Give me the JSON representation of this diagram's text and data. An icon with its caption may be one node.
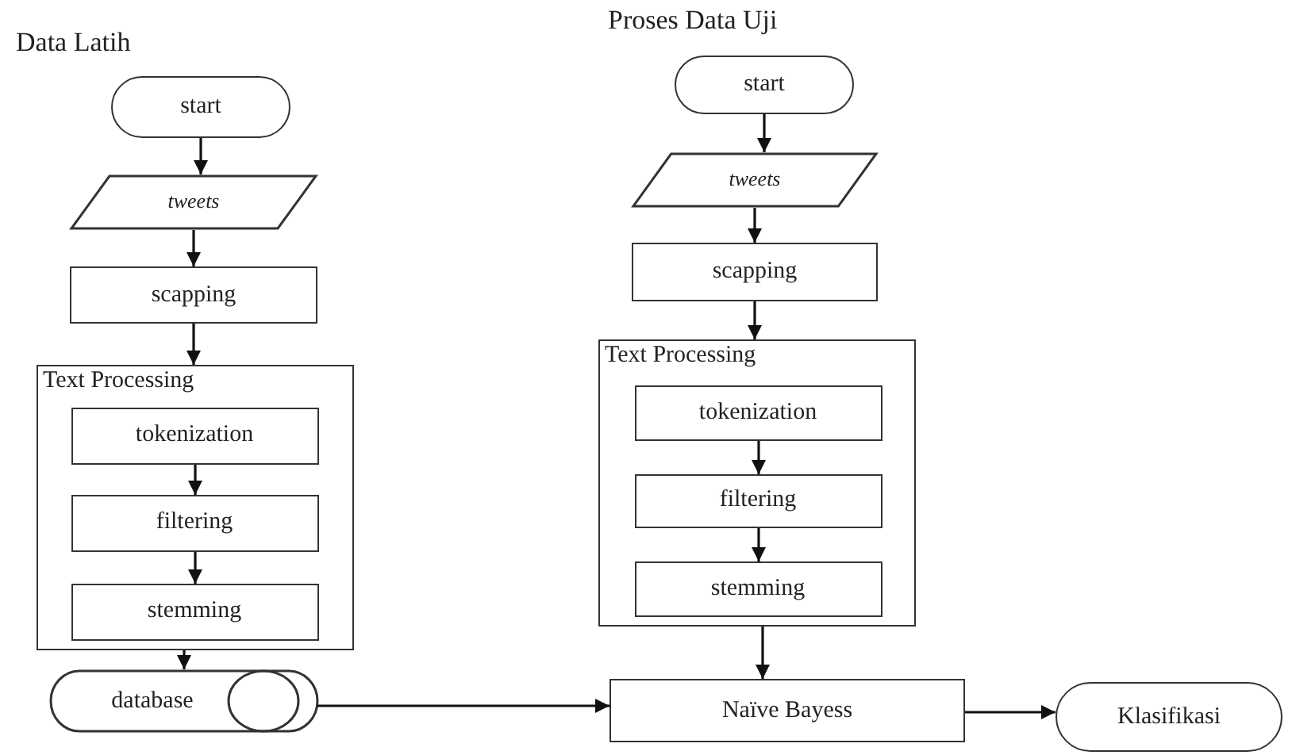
{
  "diagram": {
    "nodes": [
      {
        "text": [
          "start"
        ]
      },
      {
        "text": [
          "tweets"
        ]
      },
      {
        "text": [
          "scapping"
        ]
      },
      {
        "text": [
          "Text Processing"
        ]
      },
      {
        "text": [
          "tokenization"
        ],
        "in": 3
      },
      {
        "text": [
          "filtering"
        ],
        "in": 3
      },
      {
        "text": [
          "stemming"
        ],
        "in": 3
      },
      {
        "text": [
          "database"
        ]
      },
      {
        "text": [
          "start"
        ]
      },
      {
        "text": [
          "tweets"
        ]
      },
      {
        "text": [
          "scapping"
        ]
      },
      {
        "text": [
          "Text Processing"
        ]
      },
      {
        "text": [
          "tokenization"
        ],
        "in": 11
      },
      {
        "text": [
          "filtering"
        ],
        "in": 11
      },
      {
        "text": [
          "stemming"
        ],
        "in": 11
      },
      {
        "text": [
          "Naïve Bayess"
        ]
      },
      {
        "text": [
          "Klasifikasi"
        ]
      }
    ],
    "edges": [
      {
        "from": 0,
        "to": 1,
        "arrow": "to"
      },
      {
        "from": 1,
        "to": 2,
        "arrow": "to"
      },
      {
        "from": 2,
        "to": 3,
        "arrow": "to"
      },
      {
        "from": 4,
        "to": 5,
        "arrow": "to"
      },
      {
        "from": 5,
        "to": 6,
        "arrow": "to"
      },
      {
        "from": 3,
        "to": 7,
        "arrow": "to"
      },
      {
        "from": 8,
        "to": 9,
        "arrow": "to"
      },
      {
        "from": 9,
        "to": 10,
        "arrow": "to"
      },
      {
        "from": 10,
        "to": 11,
        "arrow": "to"
      },
      {
        "from": 12,
        "to": 13,
        "arrow": "to"
      },
      {
        "from": 13,
        "to": 14,
        "arrow": "to"
      },
      {
        "from": 11,
        "to": 15,
        "arrow": "to"
      },
      {
        "from": 7,
        "to": 15,
        "arrow": "to"
      },
      {
        "from": 15,
        "to": 16,
        "arrow": "to"
      }
    ],
    "labels": [
      "Data Latih",
      "Proses Data Uji"
    ]
  }
}
